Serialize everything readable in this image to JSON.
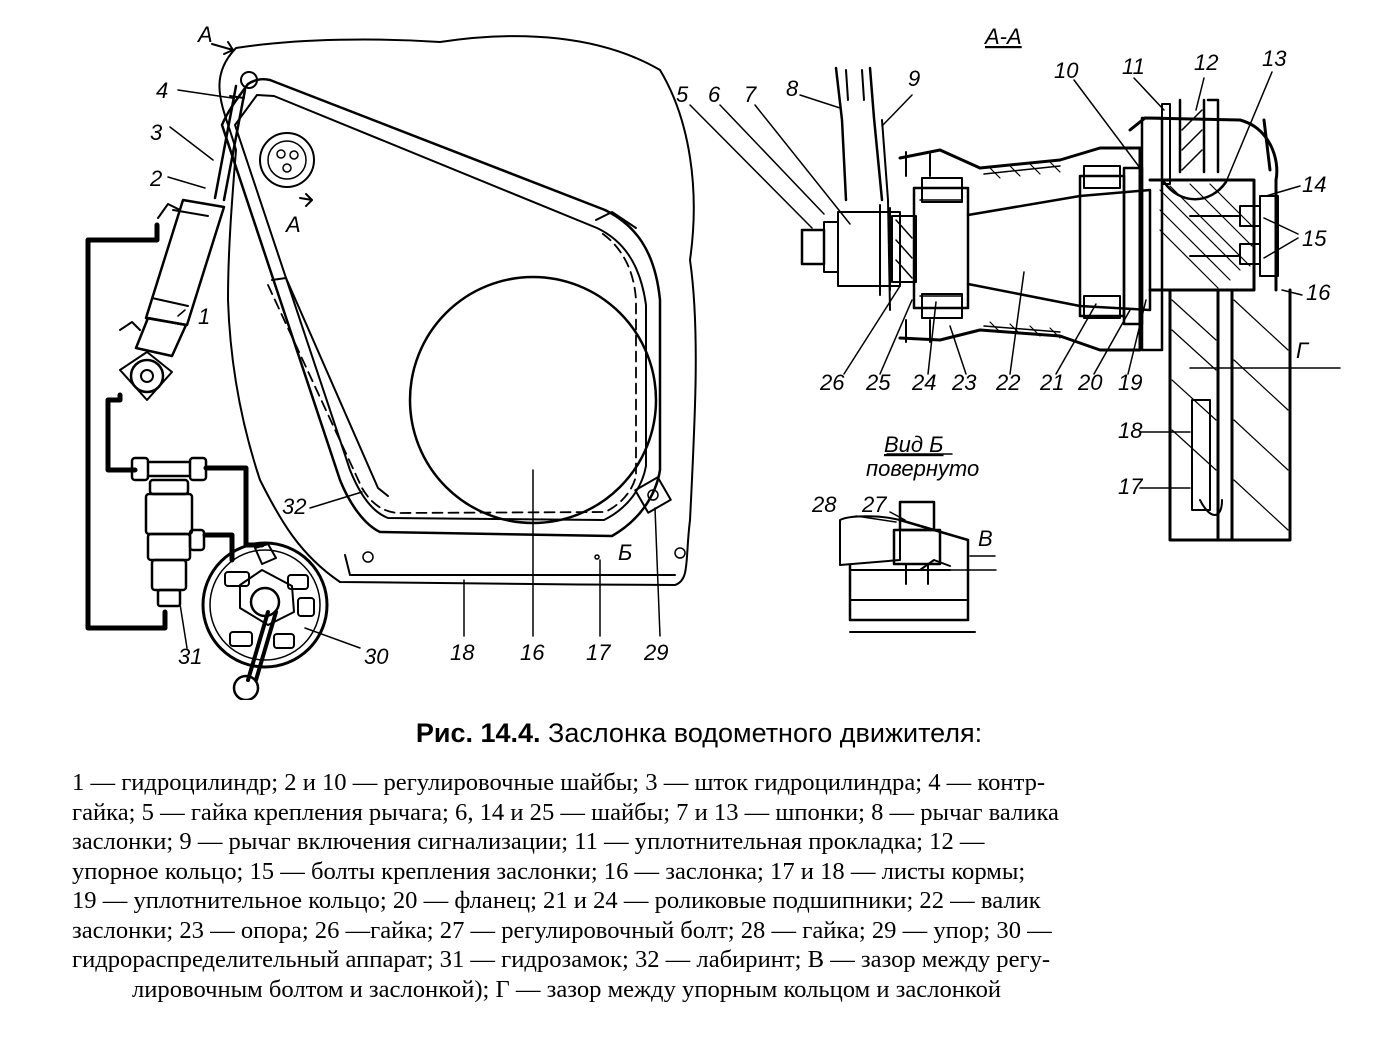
{
  "figure": {
    "section_label": "А-А",
    "view_a_label": "А",
    "view_b_title": "Вид Б",
    "view_b_subtitle": "повернуто",
    "gap_b_label": "В",
    "gap_g_label": "Г",
    "mark_b_label": "Б",
    "part_numbers": [
      "1",
      "2",
      "3",
      "4",
      "5",
      "6",
      "7",
      "8",
      "9",
      "10",
      "11",
      "12",
      "13",
      "14",
      "15",
      "16",
      "17",
      "18",
      "19",
      "20",
      "21",
      "22",
      "23",
      "24",
      "25",
      "26",
      "27",
      "28",
      "29",
      "30",
      "31",
      "32"
    ]
  },
  "caption": {
    "number": "Рис. 14.4.",
    "title": "Заслонка водометного движителя:"
  },
  "legend": {
    "lines": [
      "1 — гидроцилиндр; 2 и 10 — регулировочные шайбы; 3 — шток гидроцилиндра; 4 — контр-",
      "гайка; 5 — гайка крепления рычага; 6, 14 и 25 — шайбы; 7 и 13 — шпонки; 8 — рычаг валика",
      "заслонки; 9 — рычаг включения сигнализации; 11 — уплотнительная прокладка; 12 —",
      "упорное кольцо; 15 — болты крепления заслонки; 16 — заслонка; 17 и 18 — листы кормы;",
      "19 — уплотнительное кольцо; 20 — фланец; 21 и 24 — роликовые подшипники; 22 — валик",
      "заслонки; 23 — опора; 26 —гайка; 27 — регулировочный болт; 28 — гайка; 29 — упор; 30 —",
      "гидрораспределительный аппарат; 31 — гидрозамок; 32 — лабиринт; В — зазор между регу-",
      "лировочным болтом и заслонкой); Г — зазор между упорным кольцом и заслонкой"
    ]
  }
}
